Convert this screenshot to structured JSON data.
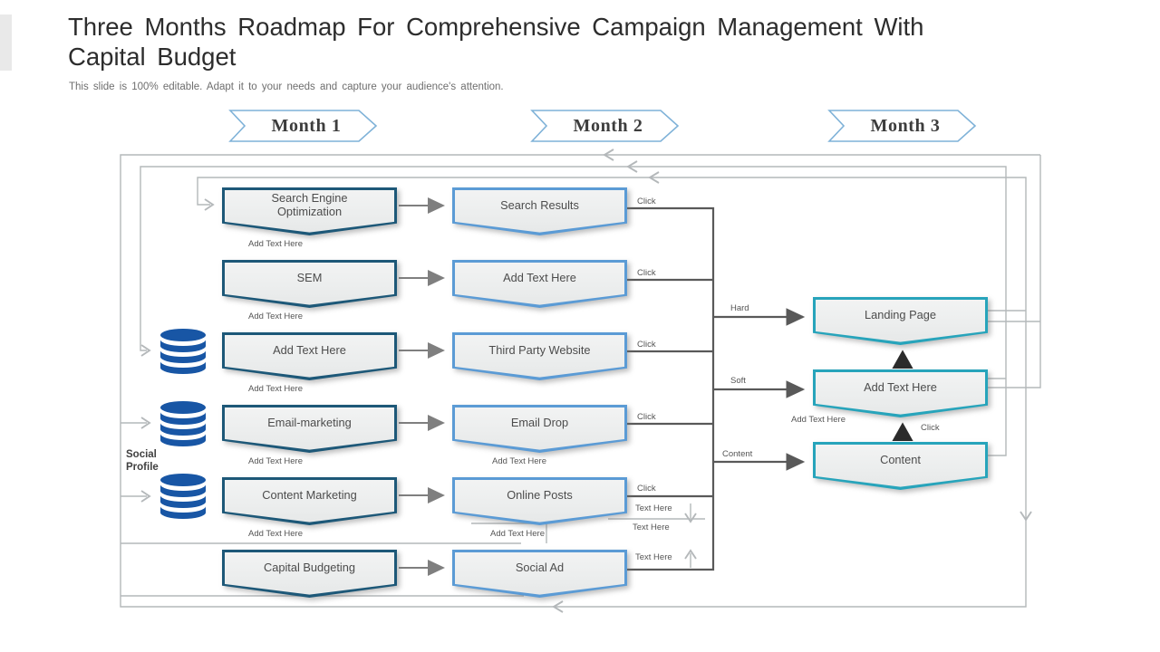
{
  "header": {
    "title_line1": "Three Months Roadmap For Comprehensive Campaign Management With",
    "title_line2": "Capital Budget",
    "subtitle": "This slide is 100% editable. Adapt it to your needs and capture your audience's attention."
  },
  "months": [
    {
      "label": "Month 1"
    },
    {
      "label": "Month 2"
    },
    {
      "label": "Month 3"
    }
  ],
  "flow": {
    "month1": [
      "Search Engine Optimization",
      "SEM",
      "Add Text Here",
      "Email-marketing",
      "Content Marketing",
      "Capital Budgeting"
    ],
    "month2": [
      "Search Results",
      "Add Text Here",
      "Third Party Website",
      "Email Drop",
      "Online Posts",
      "Social Ad"
    ],
    "month3": [
      "Landing Page",
      "Add Text Here",
      "Content"
    ]
  },
  "labels": {
    "add_text_here": "Add Text Here",
    "click": "Click",
    "hard": "Hard",
    "soft": "Soft",
    "content": "Content",
    "text_here": "Text Here",
    "social_profile_line1": "Social",
    "social_profile_line2": "Profile"
  },
  "colors": {
    "month1_border": "#1d5878",
    "month2_border": "#5b9bd5",
    "month3_border": "#27a4bb",
    "database_icon": "#1856a5",
    "banner_border": "#7fb2d8",
    "box_fill": "#eef0f0",
    "connector_dark": "#595959",
    "connector_gray": "#7f7f7f",
    "connector_light": "#b4b8ba",
    "arrow_black": "#2b2b2b"
  }
}
